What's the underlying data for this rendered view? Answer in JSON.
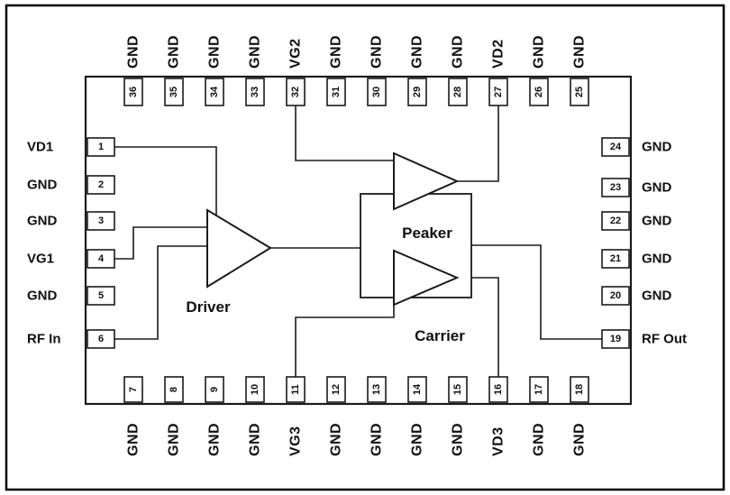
{
  "chip": {
    "components": {
      "driver_label": "Driver",
      "peaker_label": "Peaker",
      "carrier_label": "Carrier"
    },
    "pins": {
      "top": [
        {
          "number": "36",
          "label": "GND"
        },
        {
          "number": "35",
          "label": "GND"
        },
        {
          "number": "34",
          "label": "GND"
        },
        {
          "number": "33",
          "label": "GND"
        },
        {
          "number": "32",
          "label": "VG2"
        },
        {
          "number": "31",
          "label": "GND"
        },
        {
          "number": "30",
          "label": "GND"
        },
        {
          "number": "29",
          "label": "GND"
        },
        {
          "number": "28",
          "label": "GND"
        },
        {
          "number": "27",
          "label": "VD2"
        },
        {
          "number": "26",
          "label": "GND"
        },
        {
          "number": "25",
          "label": "GND"
        }
      ],
      "bottom": [
        {
          "number": "7",
          "label": "GND"
        },
        {
          "number": "8",
          "label": "GND"
        },
        {
          "number": "9",
          "label": "GND"
        },
        {
          "number": "10",
          "label": "GND"
        },
        {
          "number": "11",
          "label": "VG3"
        },
        {
          "number": "12",
          "label": "GND"
        },
        {
          "number": "13",
          "label": "GND"
        },
        {
          "number": "14",
          "label": "GND"
        },
        {
          "number": "15",
          "label": "GND"
        },
        {
          "number": "16",
          "label": "VD3"
        },
        {
          "number": "17",
          "label": "GND"
        },
        {
          "number": "18",
          "label": "GND"
        }
      ],
      "left": [
        {
          "number": "1",
          "label": "VD1"
        },
        {
          "number": "2",
          "label": "GND"
        },
        {
          "number": "3",
          "label": "GND"
        },
        {
          "number": "4",
          "label": "VG1"
        },
        {
          "number": "5",
          "label": "GND"
        },
        {
          "number": "6",
          "label": "RF In"
        }
      ],
      "right": [
        {
          "number": "24",
          "label": "GND"
        },
        {
          "number": "23",
          "label": "GND"
        },
        {
          "number": "22",
          "label": "GND"
        },
        {
          "number": "21",
          "label": "GND"
        },
        {
          "number": "20",
          "label": "GND"
        },
        {
          "number": "19",
          "label": "RF Out"
        }
      ]
    }
  }
}
